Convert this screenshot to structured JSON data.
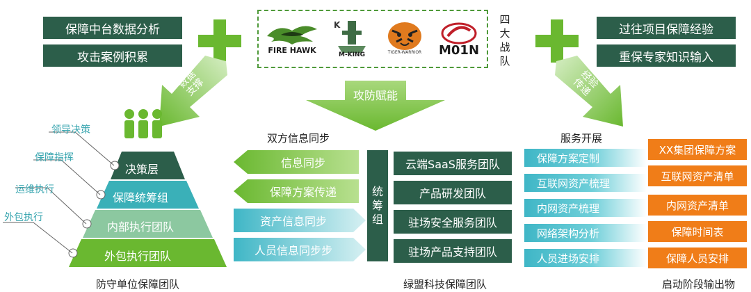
{
  "top_left_boxes": [
    "保障中台数据分析",
    "攻击案例积累"
  ],
  "top_right_boxes": [
    "过往项目保障经验",
    "重保专家知识输入"
  ],
  "left_arrow_text": "数据支撑",
  "right_arrow_text": "经验传递",
  "team_logos": [
    "FIRE HAWK",
    "M-KING",
    "TIGER-WARRIOR",
    "M01N"
  ],
  "four_teams_label": "四大战队",
  "center_arrow_text": "攻防赋能",
  "pyramid": {
    "layers": [
      "决策层",
      "保障统筹组",
      "内部执行团队",
      "外包执行团队"
    ],
    "annotations": [
      "领导决策",
      "保障指挥",
      "运维执行",
      "外包执行"
    ],
    "caption": "防守单位保障团队"
  },
  "middle": {
    "sync_header": "双方信息同步",
    "left_arrows": [
      "信息同步",
      "保障方案传递"
    ],
    "right_arrows": [
      "资产信息同步",
      "人员信息同步步"
    ],
    "coordination_label": "统筹组",
    "teams": [
      "云端SaaS服务团队",
      "产品研发团队",
      "驻场安全服务团队",
      "驻场产品支持团队"
    ],
    "caption": "绿盟科技保障团队"
  },
  "right": {
    "services_header": "服务开展",
    "services": [
      "保障方案定制",
      "互联网资产梳理",
      "内网资产梳理",
      "网络架构分析",
      "人员进场安排"
    ],
    "outputs": [
      "XX集团保障方案",
      "互联网资产清单",
      "内网资产清单",
      "保障时间表",
      "保障人员安排"
    ],
    "caption": "启动阶段输出物"
  },
  "colors": {
    "dark_green": "#2c5e4a",
    "bright_green": "#6ab830",
    "orange": "#f07d18",
    "teal": "#3fb6c6"
  }
}
